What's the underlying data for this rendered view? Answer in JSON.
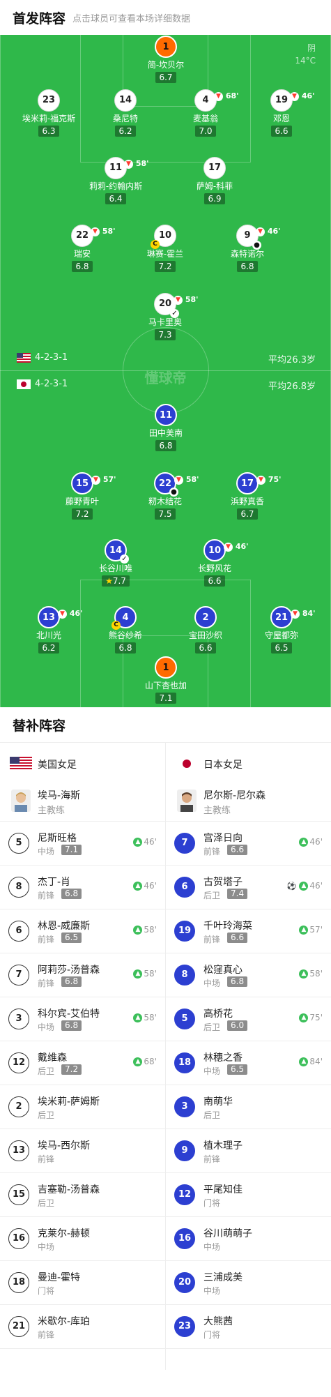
{
  "header": {
    "title": "首发阵容",
    "subtitle": "点击球员可查看本场详细数据"
  },
  "weather": {
    "condition": "阴",
    "temp": "14°C"
  },
  "watermark": "懂球帝",
  "usa": {
    "formation": "4-2-3-1",
    "avg_age": "平均26.3岁"
  },
  "jpn": {
    "formation": "4-2-3-1",
    "avg_age": "平均26.8岁"
  },
  "usa_players": [
    {
      "num": "1",
      "name": "简-坎贝尔",
      "rating": "6.7"
    },
    {
      "num": "23",
      "name": "埃米莉-福克斯",
      "rating": "6.3"
    },
    {
      "num": "14",
      "name": "桑尼特",
      "rating": "6.2"
    },
    {
      "num": "4",
      "name": "麦基翁",
      "rating": "7.0",
      "sub": "68'"
    },
    {
      "num": "19",
      "name": "邓恩",
      "rating": "6.6",
      "sub": "46'"
    },
    {
      "num": "11",
      "name": "莉莉-约翰内斯",
      "rating": "6.4",
      "sub": "58'"
    },
    {
      "num": "17",
      "name": "萨姆-科菲",
      "rating": "6.9"
    },
    {
      "num": "22",
      "name": "瑞安",
      "rating": "6.8",
      "sub": "58'"
    },
    {
      "num": "10",
      "name": "琳赛-霍兰",
      "rating": "7.2"
    },
    {
      "num": "9",
      "name": "森特诺尔",
      "rating": "6.8",
      "sub": "46'"
    },
    {
      "num": "20",
      "name": "马卡里奥",
      "rating": "7.3",
      "sub": "58'"
    }
  ],
  "jpn_players": [
    {
      "num": "11",
      "name": "田中美南",
      "rating": "6.8"
    },
    {
      "num": "15",
      "name": "藤野青叶",
      "rating": "7.2",
      "sub": "57'"
    },
    {
      "num": "22",
      "name": "籾木结花",
      "rating": "7.5",
      "sub": "58'"
    },
    {
      "num": "17",
      "name": "浜野真香",
      "rating": "6.7",
      "sub": "75'"
    },
    {
      "num": "14",
      "name": "长谷川唯",
      "rating": "7.7"
    },
    {
      "num": "10",
      "name": "长野风花",
      "rating": "6.6",
      "sub": "46'"
    },
    {
      "num": "13",
      "name": "北川光",
      "rating": "6.2",
      "sub": "46'"
    },
    {
      "num": "4",
      "name": "熊谷纱希",
      "rating": "6.8"
    },
    {
      "num": "2",
      "name": "宝田沙织",
      "rating": "6.6"
    },
    {
      "num": "21",
      "name": "守屋都弥",
      "rating": "6.5",
      "sub": "84'"
    },
    {
      "num": "1",
      "name": "山下杏也加",
      "rating": "7.1"
    }
  ],
  "bench": {
    "title": "替补阵容",
    "usa": {
      "team": "美国女足",
      "coach": {
        "name": "埃马-海斯",
        "role": "主教练"
      },
      "players": [
        {
          "num": "5",
          "name": "尼斯旺格",
          "pos": "中场",
          "rating": "7.1",
          "in": "46'"
        },
        {
          "num": "8",
          "name": "杰丁-肖",
          "pos": "前锋",
          "rating": "6.8",
          "in": "46'"
        },
        {
          "num": "6",
          "name": "林恩-威廉斯",
          "pos": "前锋",
          "rating": "6.5",
          "in": "58'"
        },
        {
          "num": "7",
          "name": "阿莉莎-汤普森",
          "pos": "前锋",
          "rating": "6.8",
          "in": "58'"
        },
        {
          "num": "3",
          "name": "科尔宾-艾伯特",
          "pos": "中场",
          "rating": "6.8",
          "in": "58'"
        },
        {
          "num": "12",
          "name": "戴维森",
          "pos": "后卫",
          "rating": "7.2",
          "in": "68'"
        },
        {
          "num": "2",
          "name": "埃米莉-萨姆斯",
          "pos": "后卫"
        },
        {
          "num": "13",
          "name": "埃马-西尔斯",
          "pos": "前锋"
        },
        {
          "num": "15",
          "name": "吉塞勒-汤普森",
          "pos": "后卫"
        },
        {
          "num": "16",
          "name": "克莱尔-赫顿",
          "pos": "中场"
        },
        {
          "num": "18",
          "name": "曼迪-霍特",
          "pos": "门将"
        },
        {
          "num": "21",
          "name": "米歇尔-库珀",
          "pos": "前锋"
        }
      ]
    },
    "jpn": {
      "team": "日本女足",
      "coach": {
        "name": "尼尔斯-尼尔森",
        "role": "主教练"
      },
      "players": [
        {
          "num": "7",
          "name": "宫泽日向",
          "pos": "前锋",
          "rating": "6.6",
          "in": "46'"
        },
        {
          "num": "6",
          "name": "古贺塔子",
          "pos": "后卫",
          "rating": "7.4",
          "in": "46'",
          "goal": true
        },
        {
          "num": "19",
          "name": "千叶玲海菜",
          "pos": "前锋",
          "rating": "6.6",
          "in": "57'"
        },
        {
          "num": "8",
          "name": "松窪真心",
          "pos": "中场",
          "rating": "6.8",
          "in": "58'"
        },
        {
          "num": "5",
          "name": "高桥花",
          "pos": "后卫",
          "rating": "6.0",
          "in": "75'"
        },
        {
          "num": "18",
          "name": "林穗之香",
          "pos": "中场",
          "rating": "6.5",
          "in": "84'"
        },
        {
          "num": "3",
          "name": "南萌华",
          "pos": "后卫"
        },
        {
          "num": "9",
          "name": "植木理子",
          "pos": "前锋"
        },
        {
          "num": "12",
          "name": "平尾知佳",
          "pos": "门将"
        },
        {
          "num": "16",
          "name": "谷川萌萌子",
          "pos": "中场"
        },
        {
          "num": "20",
          "name": "三浦成美",
          "pos": "中场"
        },
        {
          "num": "23",
          "name": "大熊茜",
          "pos": "门将"
        }
      ]
    }
  }
}
